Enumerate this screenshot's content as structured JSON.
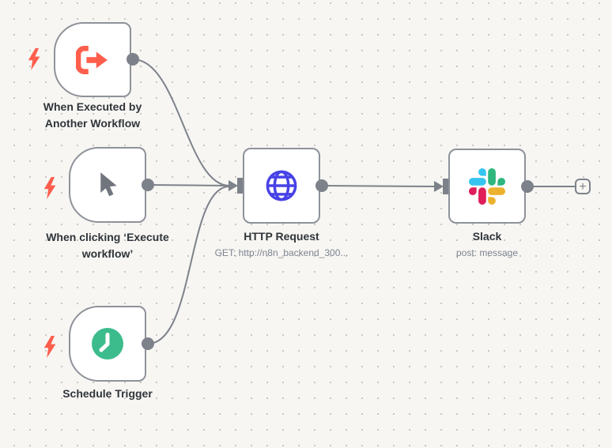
{
  "canvas": {
    "background": "#f7f6f3",
    "dot_color": "#c9c6c3"
  },
  "colors": {
    "node_border": "#8e9299",
    "connector_gray": "#7d828a",
    "trigger_accent": "#ff5e4d",
    "title_text": "#30353a",
    "subtitle_text": "#7d838e",
    "globe_blue": "#4843e6",
    "clock_green": "#3cbc8d",
    "cursor_gray": "#71757d",
    "slack_blue": "#36C5F0",
    "slack_green": "#2EB67D",
    "slack_yellow": "#ECB22E",
    "slack_red": "#E01E5A"
  },
  "icons": {
    "trigger_badge": "lightning-bolt-icon",
    "when_executed": "exit-arrow-icon",
    "manual": "cursor-icon",
    "schedule": "clock-icon",
    "http": "globe-icon",
    "slack": "slack-icon",
    "add": "plus-icon"
  },
  "nodes": {
    "when_executed": {
      "line1": "When Executed by",
      "line2": "Another Workflow"
    },
    "manual": {
      "line1": "When clicking ‘Execute",
      "line2": "workflow’"
    },
    "schedule": {
      "line1": "Schedule Trigger"
    },
    "http": {
      "title": "HTTP Request",
      "subtitle": "GET: http://n8n_backend_300..."
    },
    "slack": {
      "title": "Slack",
      "subtitle": "post: message"
    }
  },
  "add_button": {
    "label": "+"
  }
}
